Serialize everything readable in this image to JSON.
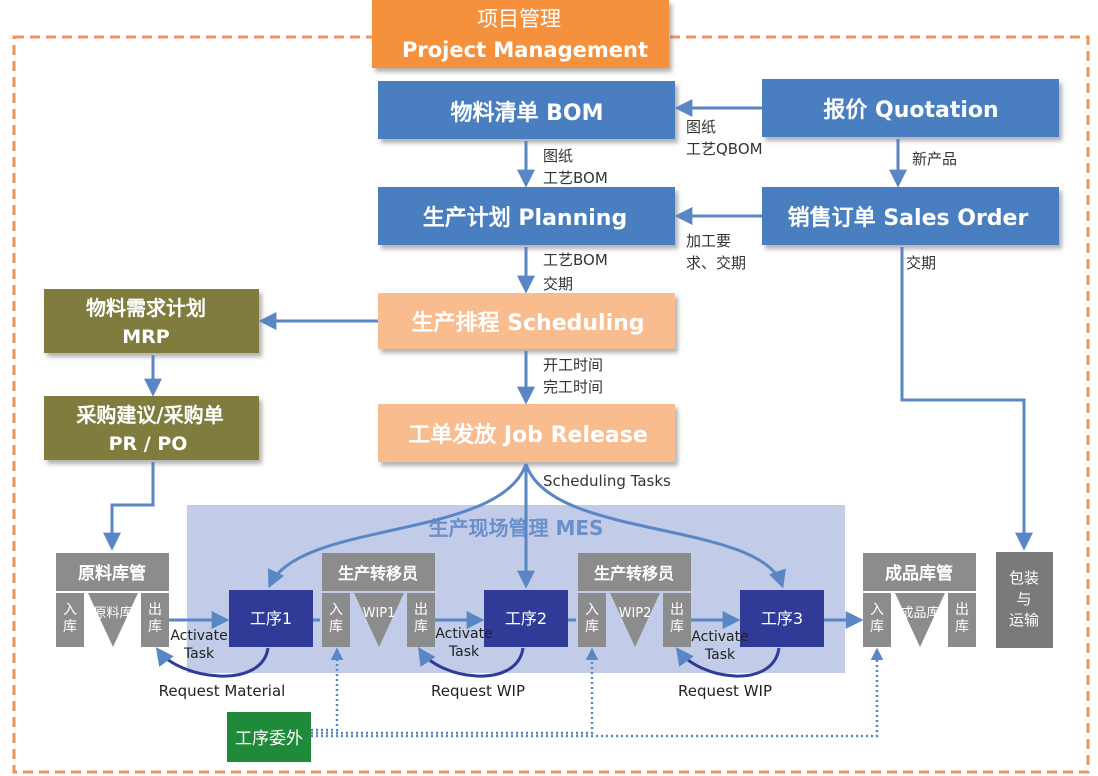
{
  "pm": {
    "cn": "项目管理",
    "en": "Project Management"
  },
  "bom": {
    "label": "物料清单  BOM"
  },
  "quotation": {
    "label": "报价  Quotation"
  },
  "planning": {
    "label": "生产计划  Planning"
  },
  "sales_order": {
    "label": "销售订单  Sales Order"
  },
  "scheduling": {
    "label": "生产排程  Scheduling"
  },
  "job_release": {
    "label": "工单发放  Job Release"
  },
  "mrp": {
    "cn": "物料需求计划",
    "en": "MRP"
  },
  "pr_po": {
    "cn": "采购建议/采购单",
    "en": "PR / PO"
  },
  "mes": {
    "label": "生产现场管理  MES"
  },
  "arrow_labels": {
    "q_bom_1": "图纸",
    "q_bom_2": "工艺QBOM",
    "bom_plan_1": "图纸",
    "bom_plan_2": "工艺BOM",
    "new_product": "新产品",
    "so_plan_1": "加工要",
    "so_plan_2": "求、交期",
    "plan_sched_1": "工艺BOM",
    "plan_sched_2": "交期",
    "so_delivery": "交期",
    "sched_job_1": "开工时间",
    "sched_job_2": "完工时间",
    "scheduling_tasks": "Scheduling Tasks"
  },
  "raw_warehouse": {
    "title": "原料库管",
    "in": "入\n库",
    "store": "原料库",
    "out": "出\n库"
  },
  "transfer1": {
    "title": "生产转移员",
    "in": "入\n库",
    "store": "WIP1",
    "out": "出\n库"
  },
  "transfer2": {
    "title": "生产转移员",
    "in": "入\n库",
    "store": "WIP2",
    "out": "出\n库"
  },
  "fg_warehouse": {
    "title": "成品库管",
    "in": "入\n库",
    "store": "成品库",
    "out": "出\n库"
  },
  "packing": {
    "label": "包装\n与\n运输"
  },
  "processes": [
    "工序1",
    "工序2",
    "工序3"
  ],
  "activate_task": "Activate\nTask",
  "request_labels": [
    "Request Material",
    "Request WIP",
    "Request WIP"
  ],
  "outsource": {
    "label": "工序委外"
  },
  "colors": {
    "orange_dash": "#f0945a",
    "pm_box": "#f5913e",
    "blue_box": "#4a7fc1",
    "peach_box": "#f9bc8e",
    "olive_box": "#7f7b3e",
    "gray_box": "#8c8c8c",
    "process_box": "#2f3b96",
    "mes_bg": "#c2cbe7",
    "arrow": "#5b86c5",
    "green_box": "#1f8a3a"
  }
}
